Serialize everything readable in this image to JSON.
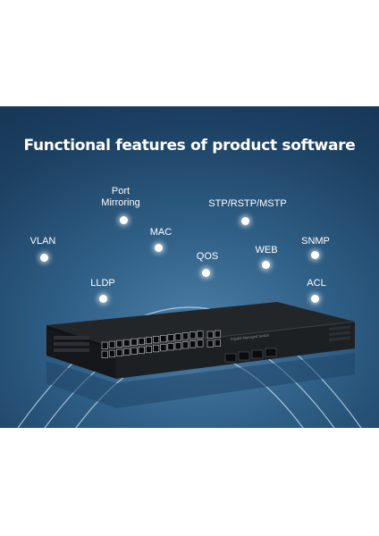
{
  "title": "Functional features of product software",
  "features": [
    {
      "id": "port-mirroring",
      "label": "Port\nMirroring"
    },
    {
      "id": "stp",
      "label": "STP/RSTP/MSTP"
    },
    {
      "id": "vlan",
      "label": "VLAN"
    },
    {
      "id": "mac",
      "label": "MAC"
    },
    {
      "id": "snmp",
      "label": "SNMP"
    },
    {
      "id": "web",
      "label": "WEB"
    },
    {
      "id": "qos",
      "label": "QOS"
    },
    {
      "id": "lldp",
      "label": "LLDP"
    },
    {
      "id": "acl",
      "label": "ACL"
    }
  ],
  "device": {
    "label": "Gigabit Managed Switch"
  },
  "colors": {
    "background": "#2f5f86",
    "text": "#ffffff",
    "device": "#1b1d20"
  }
}
